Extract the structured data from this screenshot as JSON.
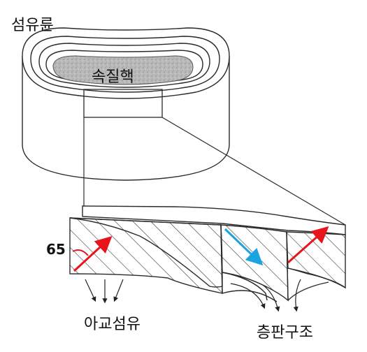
{
  "labels": {
    "annulus": "섬유륜",
    "nucleus": "속질핵",
    "angle": "65",
    "cross_fibers": "아교섬유",
    "lamellar": "층판구조"
  },
  "colors": {
    "fiber_arrow_a": "#e8141c",
    "fiber_arrow_b": "#1aa3e0",
    "nucleus_fill": "#b8b8b8",
    "line": "#2a2a2a"
  }
}
